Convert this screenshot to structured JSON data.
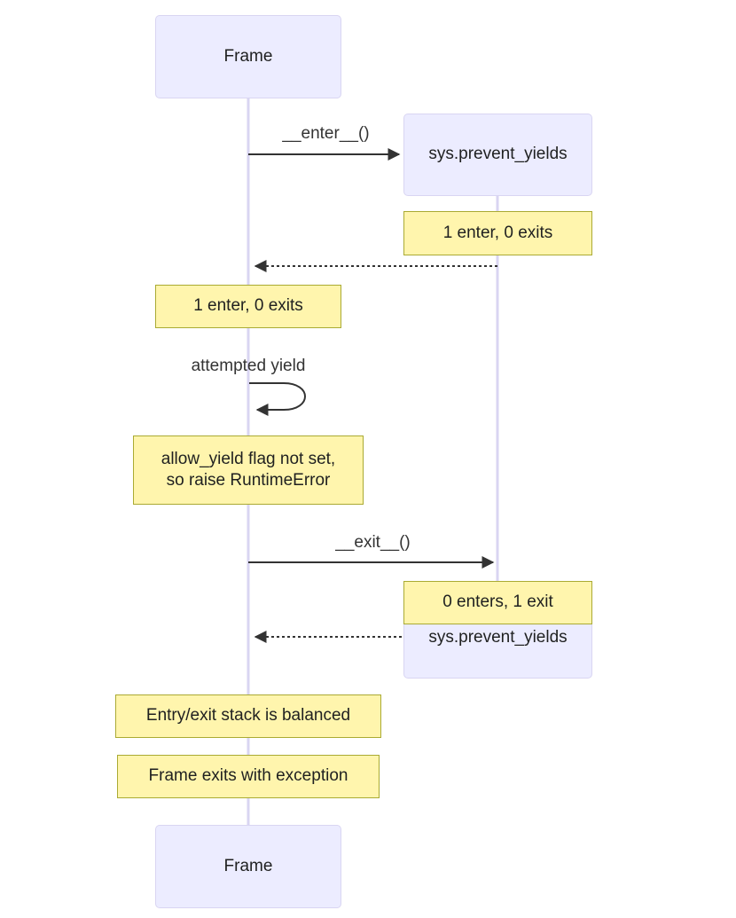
{
  "diagram": {
    "type": "sequence-diagram",
    "background": "#ffffff",
    "colors": {
      "participant_fill": "#ececff",
      "participant_border": "#d9d5f2",
      "note_fill": "#fff5ad",
      "note_border": "#aaaa33",
      "lifeline": "#d9d5f2",
      "arrow": "#333333",
      "text": "#1f2020",
      "label_text": "#333333"
    }
  },
  "participants": [
    {
      "id": "frame_top",
      "label": "Frame"
    },
    {
      "id": "sys_top",
      "label": "sys.prevent_yields"
    },
    {
      "id": "sys_bottom",
      "label": "sys.prevent_yields"
    },
    {
      "id": "frame_bottom",
      "label": "Frame"
    }
  ],
  "messages": [
    {
      "id": "m1",
      "label": "__enter__()",
      "from": "Frame",
      "to": "sys.prevent_yields",
      "style": "solid",
      "direction": "right"
    },
    {
      "id": "m2",
      "label": "",
      "from": "sys.prevent_yields",
      "to": "Frame",
      "style": "dashed",
      "direction": "left"
    },
    {
      "id": "m3",
      "label": "attempted yield",
      "from": "Frame",
      "to": "Frame",
      "style": "solid",
      "direction": "self"
    },
    {
      "id": "m4",
      "label": "__exit__()",
      "from": "Frame",
      "to": "sys.prevent_yields",
      "style": "solid",
      "direction": "right"
    },
    {
      "id": "m5",
      "label": "",
      "from": "sys.prevent_yields",
      "to": "Frame",
      "style": "dashed",
      "direction": "left"
    }
  ],
  "notes": [
    {
      "id": "n1",
      "text": "1 enter, 0 exits",
      "over": "sys.prevent_yields"
    },
    {
      "id": "n2",
      "text": "1 enter, 0 exits",
      "over": "Frame"
    },
    {
      "id": "n3",
      "text": "allow_yield flag not set,\nso raise RuntimeError",
      "over": "Frame"
    },
    {
      "id": "n4",
      "text": "0 enters, 1 exit",
      "over": "sys.prevent_yields"
    },
    {
      "id": "n5",
      "text": "Entry/exit stack is balanced",
      "over": "Frame"
    },
    {
      "id": "n6",
      "text": "Frame exits with exception",
      "over": "Frame"
    }
  ]
}
